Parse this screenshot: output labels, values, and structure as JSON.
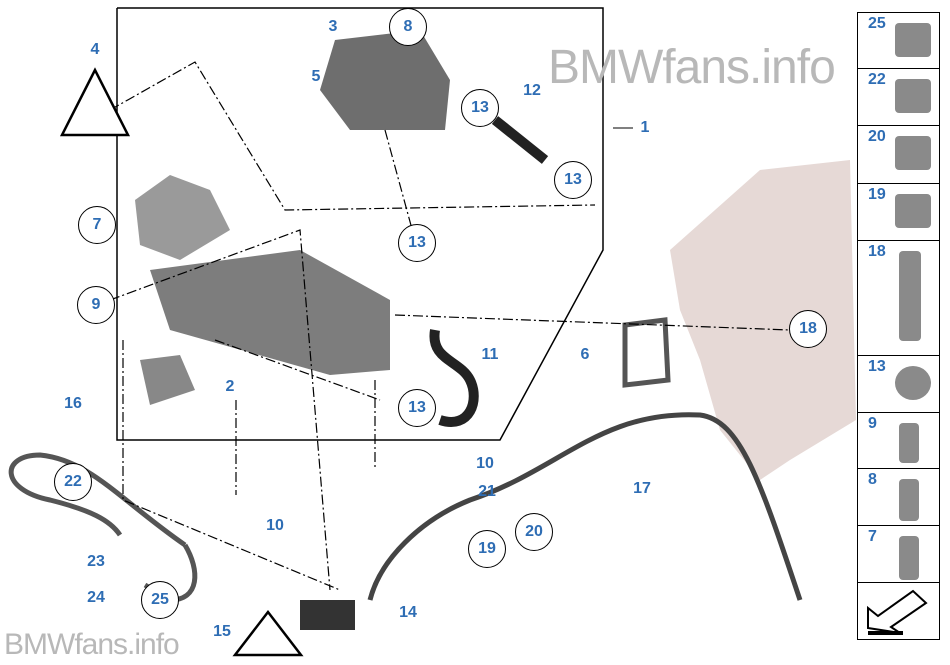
{
  "watermark": "BMWfans.info",
  "callouts": {
    "l1": "1",
    "l2": "2",
    "l3": "3",
    "l4": "4",
    "l5": "5",
    "l6": "6",
    "l10a": "10",
    "l10b": "10",
    "l11": "11",
    "l12": "12",
    "l14": "14",
    "l15": "15",
    "l16": "16",
    "l17": "17",
    "l21": "21",
    "l23": "23",
    "l24": "24"
  },
  "circled": {
    "c7": "7",
    "c8": "8",
    "c9": "9",
    "c13a": "13",
    "c13b": "13",
    "c13c": "13",
    "c13d": "13",
    "c18": "18",
    "c19": "19",
    "c20": "20",
    "c22": "22",
    "c25": "25"
  },
  "sidebar": [
    "25",
    "22",
    "20",
    "19",
    "18",
    "13",
    "9",
    "8",
    "7"
  ]
}
